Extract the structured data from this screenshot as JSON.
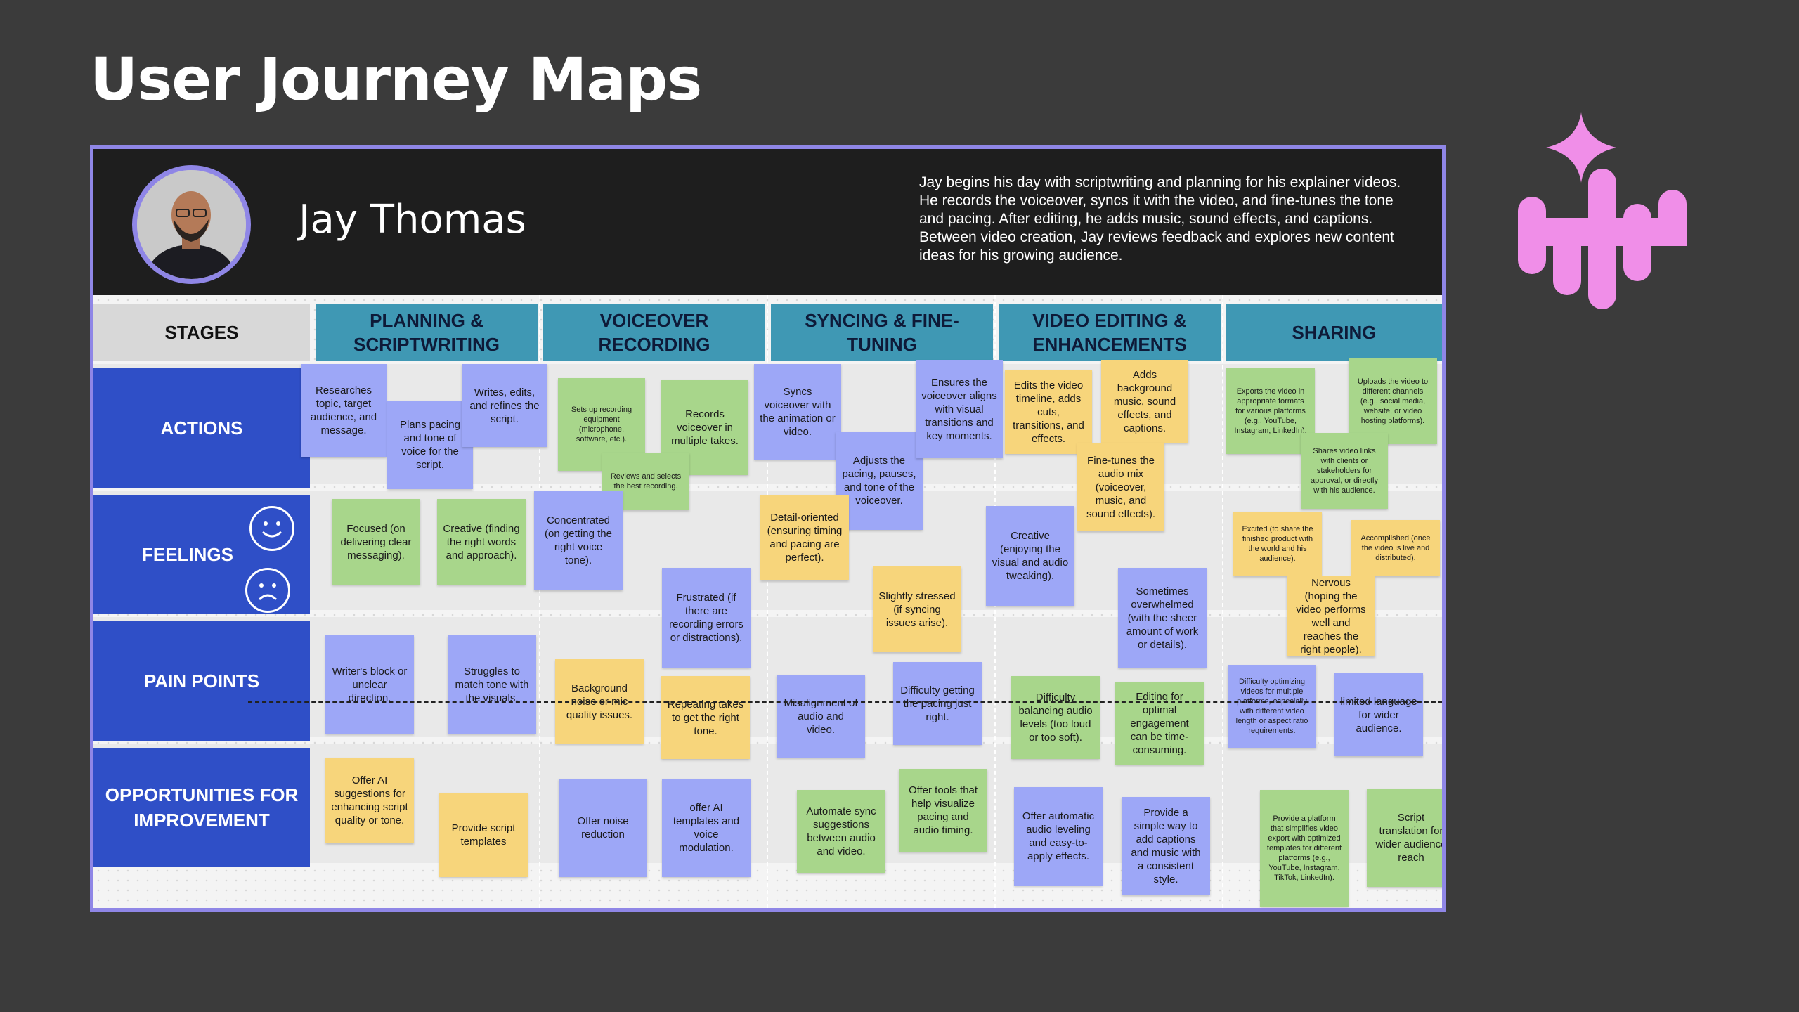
{
  "page": {
    "title": "User Journey Maps"
  },
  "persona": {
    "name": "Jay Thomas",
    "summary": "Jay begins his day with scriptwriting and planning for his explainer videos. He records the voiceover, syncs it with the video, and fine-tunes the tone and pacing. After editing, he adds music, sound effects, and captions. Between video creation, Jay reviews feedback and explores new content ideas for his growing audience."
  },
  "stages_label": "STAGES",
  "stages": [
    "PLANNING &\nSCRIPTWRITING",
    "VOICEOVER\nRECORDING",
    "SYNCING & FINE-\nTUNING",
    "VIDEO EDITING &\nENHANCEMENTS",
    "SHARING"
  ],
  "rows": [
    "ACTIONS",
    "FEELINGS",
    "PAIN POINTS",
    "OPPORTUNITIES FOR\nIMPROVEMENT"
  ],
  "colors": {
    "blue_note": "#9da7f7",
    "green_note": "#a8d68b",
    "yellow_note": "#f7d57b",
    "stage_header": "#3f98b4",
    "row_label": "#2f4fc7",
    "frame_border": "#8f86e6",
    "logo": "#f08ee8"
  },
  "icons": [
    "smile-face-icon",
    "sad-face-icon",
    "sparkle-logo-icon"
  ],
  "notes": {
    "a1": "Researches topic, target audience, and message.",
    "a2": "Plans pacing and tone of voice for the script.",
    "a3": "Writes, edits, and refines the script.",
    "a4": "Sets up recording equipment (microphone, software, etc.).",
    "a5": "Records voiceover in multiple takes.",
    "a6": "Reviews and selects the best recording.",
    "a7": "Syncs voiceover with the animation or video.",
    "a8": "Adjusts the pacing, pauses, and tone of the voiceover.",
    "a9": "Ensures the voiceover aligns with visual transitions and key moments.",
    "a10": "Edits the video timeline, adds cuts, transitions, and effects.",
    "a11": "Adds background music, sound effects, and captions.",
    "a12": "Fine-tunes the audio mix (voiceover, music, and sound effects).",
    "a13": "Exports the video in appropriate formats for various platforms (e.g., YouTube, Instagram, LinkedIn).",
    "a14": "Uploads the video to different channels (e.g., social media, website, or video hosting platforms).",
    "a15": "Shares video links with clients or stakeholders for approval, or directly with his audience.",
    "f1": "Focused (on delivering clear messaging).",
    "f2": "Creative (finding the right words and approach).",
    "f3": "Concentrated (on getting the right voice tone).",
    "f4": "Frustrated (if there are recording errors or distractions).",
    "f5": "Detail-oriented (ensuring timing and pacing are perfect).",
    "f6": "Slightly stressed (if syncing issues arise).",
    "f7": "Creative (enjoying the visual and audio tweaking).",
    "f8": "Sometimes overwhelmed (with the sheer amount of work or details).",
    "f9": "Excited (to share the finished product with the world and his audience).",
    "f10": "Accomplished (once the video is live and distributed).",
    "f11": "Nervous (hoping the video performs well and reaches the right people).",
    "p1": "Writer's block or unclear direction.",
    "p2": "Struggles to match tone with the visuals.",
    "p3": "Background noise or mic quality issues.",
    "p4": "Repeating takes to get the right tone.",
    "p5": "Misalignment of audio and video.",
    "p6": "Difficulty getting the pacing just right.",
    "p7": "Difficulty balancing audio levels (too loud or too soft).",
    "p8": "Editing for optimal engagement can be time-consuming.",
    "p9": "Difficulty optimizing videos for multiple platforms, especially with different video length or aspect ratio requirements.",
    "p10": "limited language for wider audience.",
    "o1": "Offer AI suggestions for enhancing script quality or tone.",
    "o2": "Provide script templates",
    "o3": "Offer noise reduction",
    "o4": "offer AI templates and voice modulation.",
    "o5": "Automate sync suggestions between audio and video.",
    "o6": "Offer tools that help visualize pacing and audio timing.",
    "o7": "Offer automatic audio leveling and easy-to-apply effects.",
    "o8": "Provide a simple way to add captions and music with a consistent style.",
    "o9": "Provide a platform that simplifies video export with optimized templates for different platforms (e.g., YouTube, Instagram, TikTok, LinkedIn).",
    "o10": "Script translation for wider audience reach"
  }
}
